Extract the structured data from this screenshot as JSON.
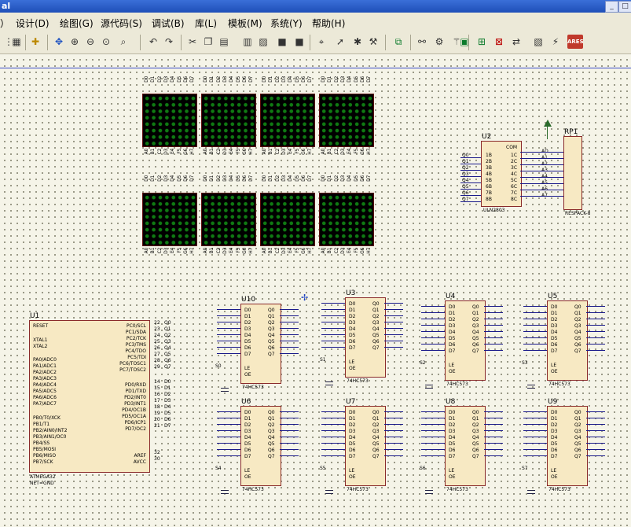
{
  "window": {
    "title": "al"
  },
  "menu": [
    "）",
    "设计(D)",
    "绘图(G)",
    "源代码(S)",
    "调试(B)",
    "库(L)",
    "模板(M)",
    "系统(Y)",
    "帮助(H)"
  ],
  "toolbar_icons": [
    "grid-icon",
    "origin-icon",
    "pan-icon",
    "zoom-in-icon",
    "zoom-out-icon",
    "zoom-all-icon",
    "zoom-area-icon",
    "undo-icon",
    "redo-icon",
    "cut-icon",
    "copy-icon",
    "paste-icon",
    "block-copy-icon",
    "block-move-icon",
    "block-rotate-icon",
    "block-delete-icon",
    "pick-device-icon",
    "make-device-icon",
    "package-icon",
    "decompose-icon",
    "wire-autoroute-icon",
    "search-icon",
    "property-assign-icon",
    "new-sheet-icon",
    "remove-sheet-icon",
    "goto-sheet-icon",
    "bom-icon",
    "netlist-icon",
    "ares-icon"
  ],
  "toolbar_labels": {
    "ares": "ARES"
  },
  "schematic": {
    "matrix_pin_labels_top": "DDDDDDDD",
    "matrix_pin_labels_bottom": "ABCDEFGH",
    "u2": {
      "ref": "U2",
      "part": "ULN2803",
      "inputs": [
        "1B",
        "2B",
        "3B",
        "4B",
        "5B",
        "6B",
        "7B",
        "8B"
      ],
      "outputs": [
        "1C",
        "2C",
        "3C",
        "4C",
        "5C",
        "6C",
        "7C",
        "8C"
      ],
      "com": "COM",
      "nets_in": [
        "Q0",
        "Q1",
        "Q2",
        "Q3",
        "Q4",
        "Q5",
        "Q6",
        "Q7"
      ]
    },
    "rp1": {
      "ref": "RP1",
      "part": "RESPACK-8",
      "pins": [
        "AD",
        "A1",
        "A2",
        "A3",
        "A4",
        "A5",
        "A6",
        "A7"
      ]
    },
    "u1": {
      "ref": "U1",
      "part": "ATMEGA32",
      "net": "NET=GND",
      "left_pins": [
        "RESET",
        "XTAL1",
        "XTAL2",
        "PA0/ADC0",
        "PA1/ADC1",
        "PA2/ADC2",
        "PA3/ADC3",
        "PA4/ADC4",
        "PA5/ADC5",
        "PA6/ADC6",
        "PA7/ADC7",
        "PB0/T0/XCK",
        "PB1/T1",
        "PB2/AIN0/INT2",
        "PB3/AIN1/OC0",
        "PB4/SS",
        "PB5/MOSI",
        "PB6/MISO",
        "PB7/SCK"
      ],
      "right_pins": [
        "PC0/SCL",
        "PC1/SDA",
        "PC2/TCK",
        "PC3/TMS",
        "PC4/TDO",
        "PC5/TDI",
        "PC6/TOSC1",
        "PC7/TOSC2",
        "PD0/RXD",
        "PD1/TXD",
        "PD2/INT0",
        "PD3/INT1",
        "PD4/OC1B",
        "PD5/OC1A",
        "PD6/ICP1",
        "PD7/OC2",
        "AREF",
        "AVCC"
      ],
      "right_nums": [
        "22",
        "23",
        "24",
        "25",
        "26",
        "27",
        "28",
        "29",
        "14",
        "15",
        "16",
        "17",
        "18",
        "19",
        "20",
        "21",
        "32",
        "30"
      ],
      "right_nets": [
        "Q0",
        "Q1",
        "Q2",
        "Q3",
        "Q4",
        "Q5",
        "Q6",
        "Q7",
        "D0",
        "D1",
        "D2",
        "D3",
        "D4",
        "D5",
        "D6",
        "D7"
      ]
    },
    "latches": [
      {
        "ref": "U10",
        "part": "74HC573",
        "le": "S0"
      },
      {
        "ref": "U3",
        "part": "74HC573",
        "le": "S1"
      },
      {
        "ref": "U4",
        "part": "74HC573",
        "le": "S2"
      },
      {
        "ref": "U5",
        "part": "74HC573",
        "le": "S3"
      },
      {
        "ref": "U6",
        "part": "74HC573",
        "le": "S4"
      },
      {
        "ref": "U7",
        "part": "74HC573",
        "le": "S5"
      },
      {
        "ref": "U8",
        "part": "74HC573",
        "le": "S6"
      },
      {
        "ref": "U9",
        "part": "74HC573",
        "le": "S7"
      }
    ],
    "latch_pins_in": [
      "D0",
      "D1",
      "D2",
      "D3",
      "D4",
      "D5",
      "D6",
      "D7"
    ],
    "latch_pins_out": [
      "Q0",
      "Q1",
      "Q2",
      "Q3",
      "Q4",
      "Q5",
      "Q6",
      "Q7"
    ],
    "latch_ctrl": [
      "LE",
      "OE"
    ]
  },
  "colors": {
    "background": "#f5f4e8",
    "chip_fill": "#f7e9c3",
    "chip_border": "#8a2a2a",
    "led_on": "#0f7a12",
    "wire": "#1a1a8a"
  }
}
